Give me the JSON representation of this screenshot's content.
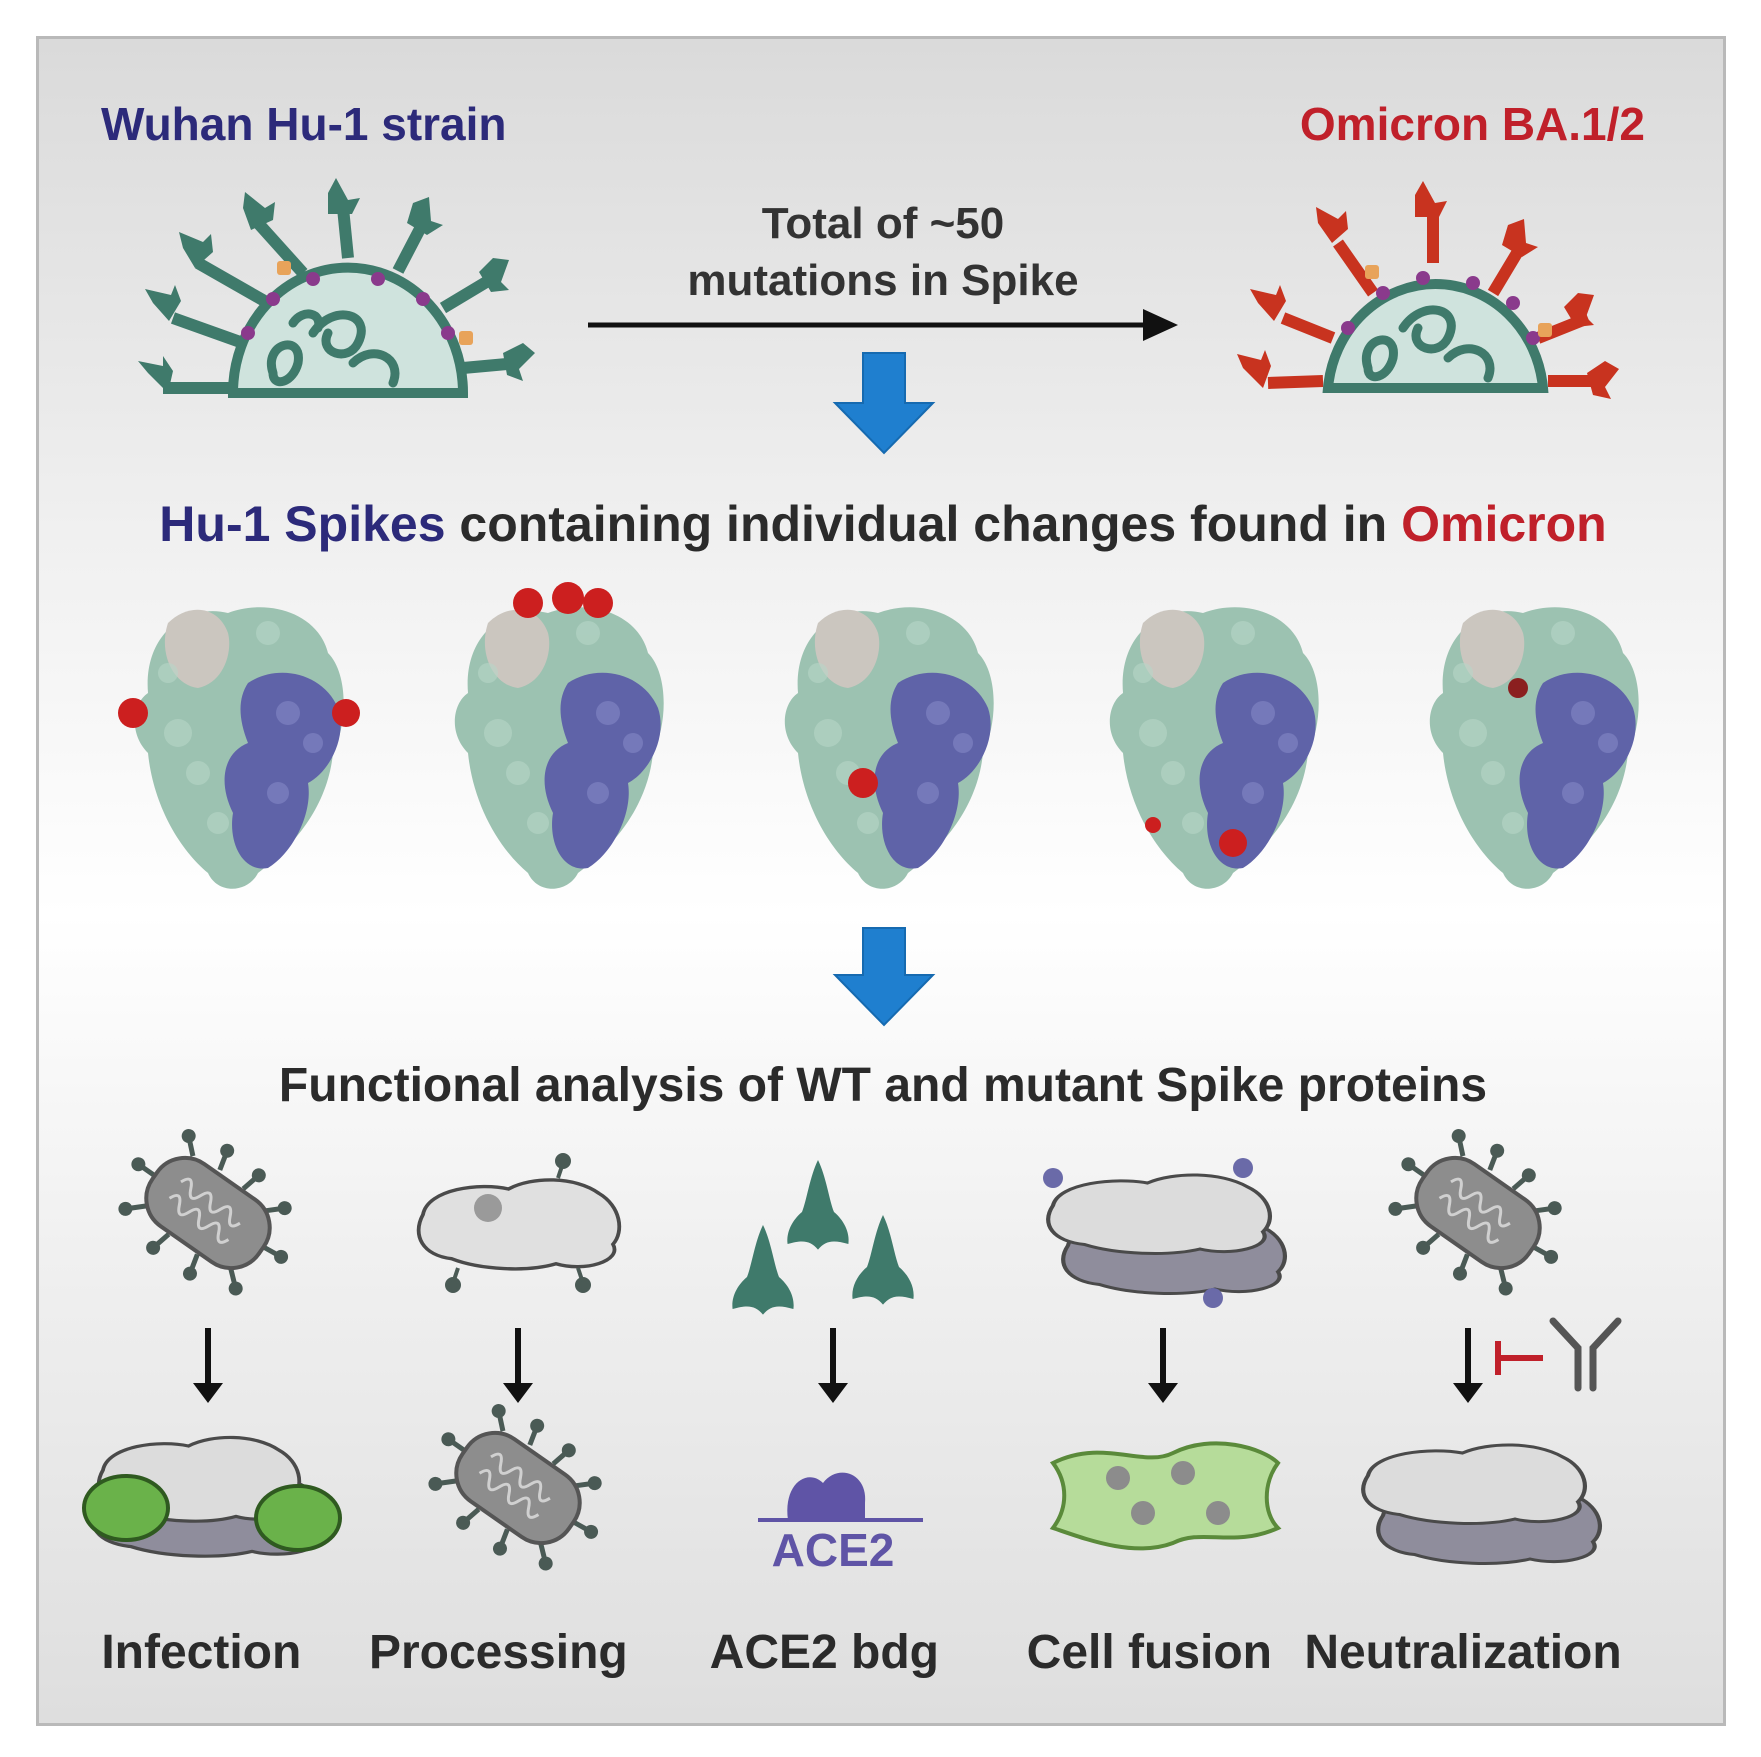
{
  "header": {
    "left_strain": "Wuhan Hu-1 strain",
    "right_strain": "Omicron BA.1/2",
    "mutations_line1": "Total of ~50",
    "mutations_line2": "mutations in Spike"
  },
  "middle": {
    "heading_part1": "Hu-1 Spikes",
    "heading_part2": " containing individual changes found in ",
    "heading_part3": "Omicron"
  },
  "analysis": {
    "heading": "Functional analysis of WT and mutant Spike proteins",
    "ace2_label": "ACE2",
    "assays": [
      "Infection",
      "Processing",
      "ACE2 bdg",
      "Cell fusion",
      "Neutralization"
    ]
  },
  "colors": {
    "hu1_blue": "#2c2a7a",
    "omicron_red": "#c0202a",
    "spike_teal": "#3f7a6b",
    "omicron_spike_red": "#c8331f",
    "flow_arrow_blue": "#1f7fcf",
    "spike_protein_green": "#9cc2b1",
    "spike_protein_blue": "#5f63a8",
    "mutation_red": "#cc1f1f",
    "ace2_purple": "#5f54a6",
    "fusion_green": "#8cc870"
  },
  "icons": [
    "virus-hu1-icon",
    "virus-omicron-icon",
    "spike-trimer-icon",
    "pseudovirus-icon",
    "cell-icon",
    "soluble-spike-icon",
    "antibody-icon",
    "inhibition-icon",
    "down-arrow-icon"
  ]
}
